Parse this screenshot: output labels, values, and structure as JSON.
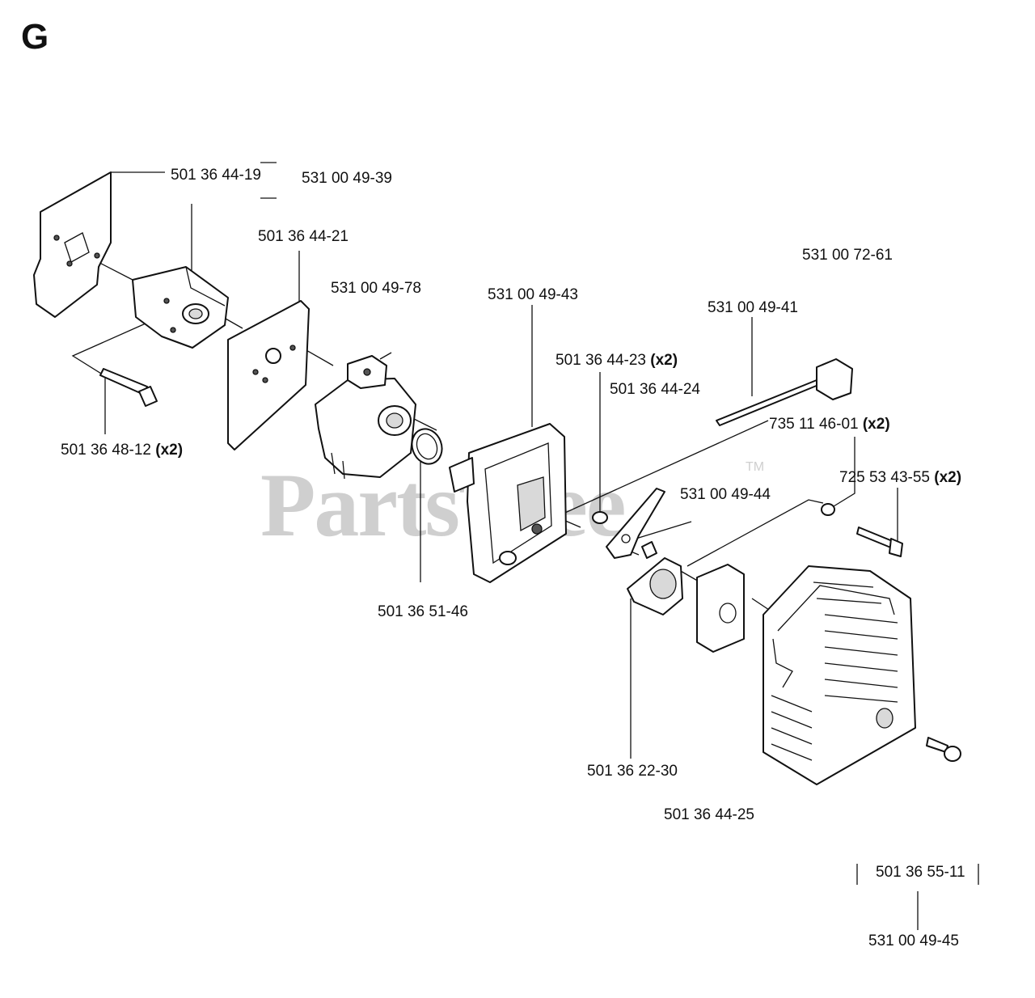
{
  "section_letter": "G",
  "watermark": {
    "text": "PartsTree",
    "tm": "TM"
  },
  "labels": [
    {
      "id": "p1",
      "part": "501 36 44-19",
      "qty": ""
    },
    {
      "id": "p2",
      "part": "531 00 49-39",
      "qty": ""
    },
    {
      "id": "p3",
      "part": "501 36 44-21",
      "qty": ""
    },
    {
      "id": "p4",
      "part": "531 00 49-78",
      "qty": ""
    },
    {
      "id": "p5",
      "part": "531 00 49-43",
      "qty": ""
    },
    {
      "id": "p6",
      "part": "531 00 72-61",
      "qty": ""
    },
    {
      "id": "p7",
      "part": "531 00 49-41",
      "qty": ""
    },
    {
      "id": "p8",
      "part": "501 36 44-23",
      "qty": "(x2)"
    },
    {
      "id": "p9",
      "part": "501 36 44-24",
      "qty": ""
    },
    {
      "id": "p10",
      "part": "735 11 46-01",
      "qty": "(x2)"
    },
    {
      "id": "p11",
      "part": "725 53 43-55",
      "qty": "(x2)"
    },
    {
      "id": "p12",
      "part": "531 00 49-44",
      "qty": ""
    },
    {
      "id": "p13",
      "part": "501 36 48-12",
      "qty": "(x2)"
    },
    {
      "id": "p14",
      "part": "501 36 51-46",
      "qty": ""
    },
    {
      "id": "p15",
      "part": "501 36 22-30",
      "qty": ""
    },
    {
      "id": "p16",
      "part": "501 36 44-25",
      "qty": ""
    },
    {
      "id": "p17",
      "part": "501 36 55-11",
      "qty": ""
    },
    {
      "id": "p18",
      "part": "531 00 49-45",
      "qty": ""
    }
  ]
}
